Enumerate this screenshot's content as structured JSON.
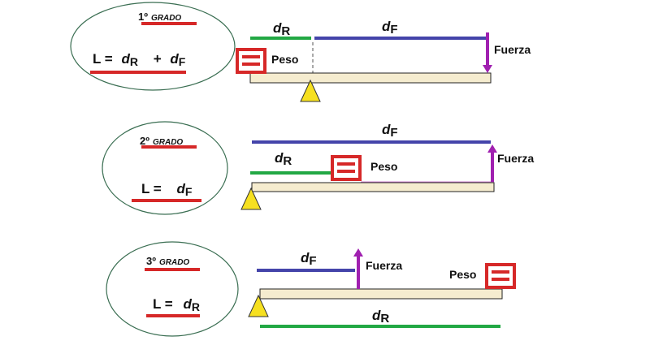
{
  "levers": [
    {
      "grade_num": "1º",
      "grade_word": "GRADO",
      "formula_prefix": "L =",
      "formula_terms": [
        {
          "d": "d",
          "sub": "R"
        },
        {
          "op": "+"
        },
        {
          "d": "d",
          "sub": "F"
        }
      ],
      "dist_R": {
        "d": "d",
        "sub": "R"
      },
      "dist_F": {
        "d": "d",
        "sub": "F"
      },
      "peso_label": "Peso",
      "fuerza_label": "Fuerza"
    },
    {
      "grade_num": "2º",
      "grade_word": "GRADO",
      "formula_prefix": "L =",
      "formula_terms": [
        {
          "d": "d",
          "sub": "F"
        }
      ],
      "dist_R": {
        "d": "d",
        "sub": "R"
      },
      "dist_F": {
        "d": "d",
        "sub": "F"
      },
      "peso_label": "Peso",
      "fuerza_label": "Fuerza"
    },
    {
      "grade_num": "3º",
      "grade_word": "GRADO",
      "formula_prefix": "L =",
      "formula_terms": [
        {
          "d": "d",
          "sub": "R"
        }
      ],
      "dist_R": {
        "d": "d",
        "sub": "R"
      },
      "dist_F": {
        "d": "d",
        "sub": "F"
      },
      "peso_label": "Peso",
      "fuerza_label": "Fuerza"
    }
  ],
  "colors": {
    "bar_fill": "#f5eccf",
    "bar_stroke": "#222222",
    "green_line": "#22a844",
    "blue_line": "#4444aa",
    "red_underline": "#d62828",
    "force_arrow": "#a020b0",
    "weight_box": "#d62828",
    "fulcrum": "#f6e020",
    "ellipse": "#3a6e52"
  }
}
